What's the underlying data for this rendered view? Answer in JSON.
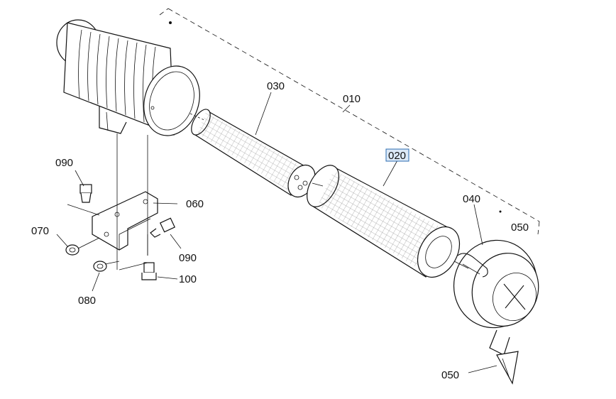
{
  "callouts": {
    "p010": "010",
    "p020": "020",
    "p030": "030",
    "p040": "040",
    "p050a": "050",
    "p050b": "050",
    "p060": "060",
    "p070": "070",
    "p080": "080",
    "p090a": "090",
    "p090b": "090",
    "p100": "100"
  },
  "selected_callout": "020",
  "colors": {
    "line": "#111111",
    "selected_bg": "#dce9f7",
    "selected_border": "#2b6cb0"
  }
}
